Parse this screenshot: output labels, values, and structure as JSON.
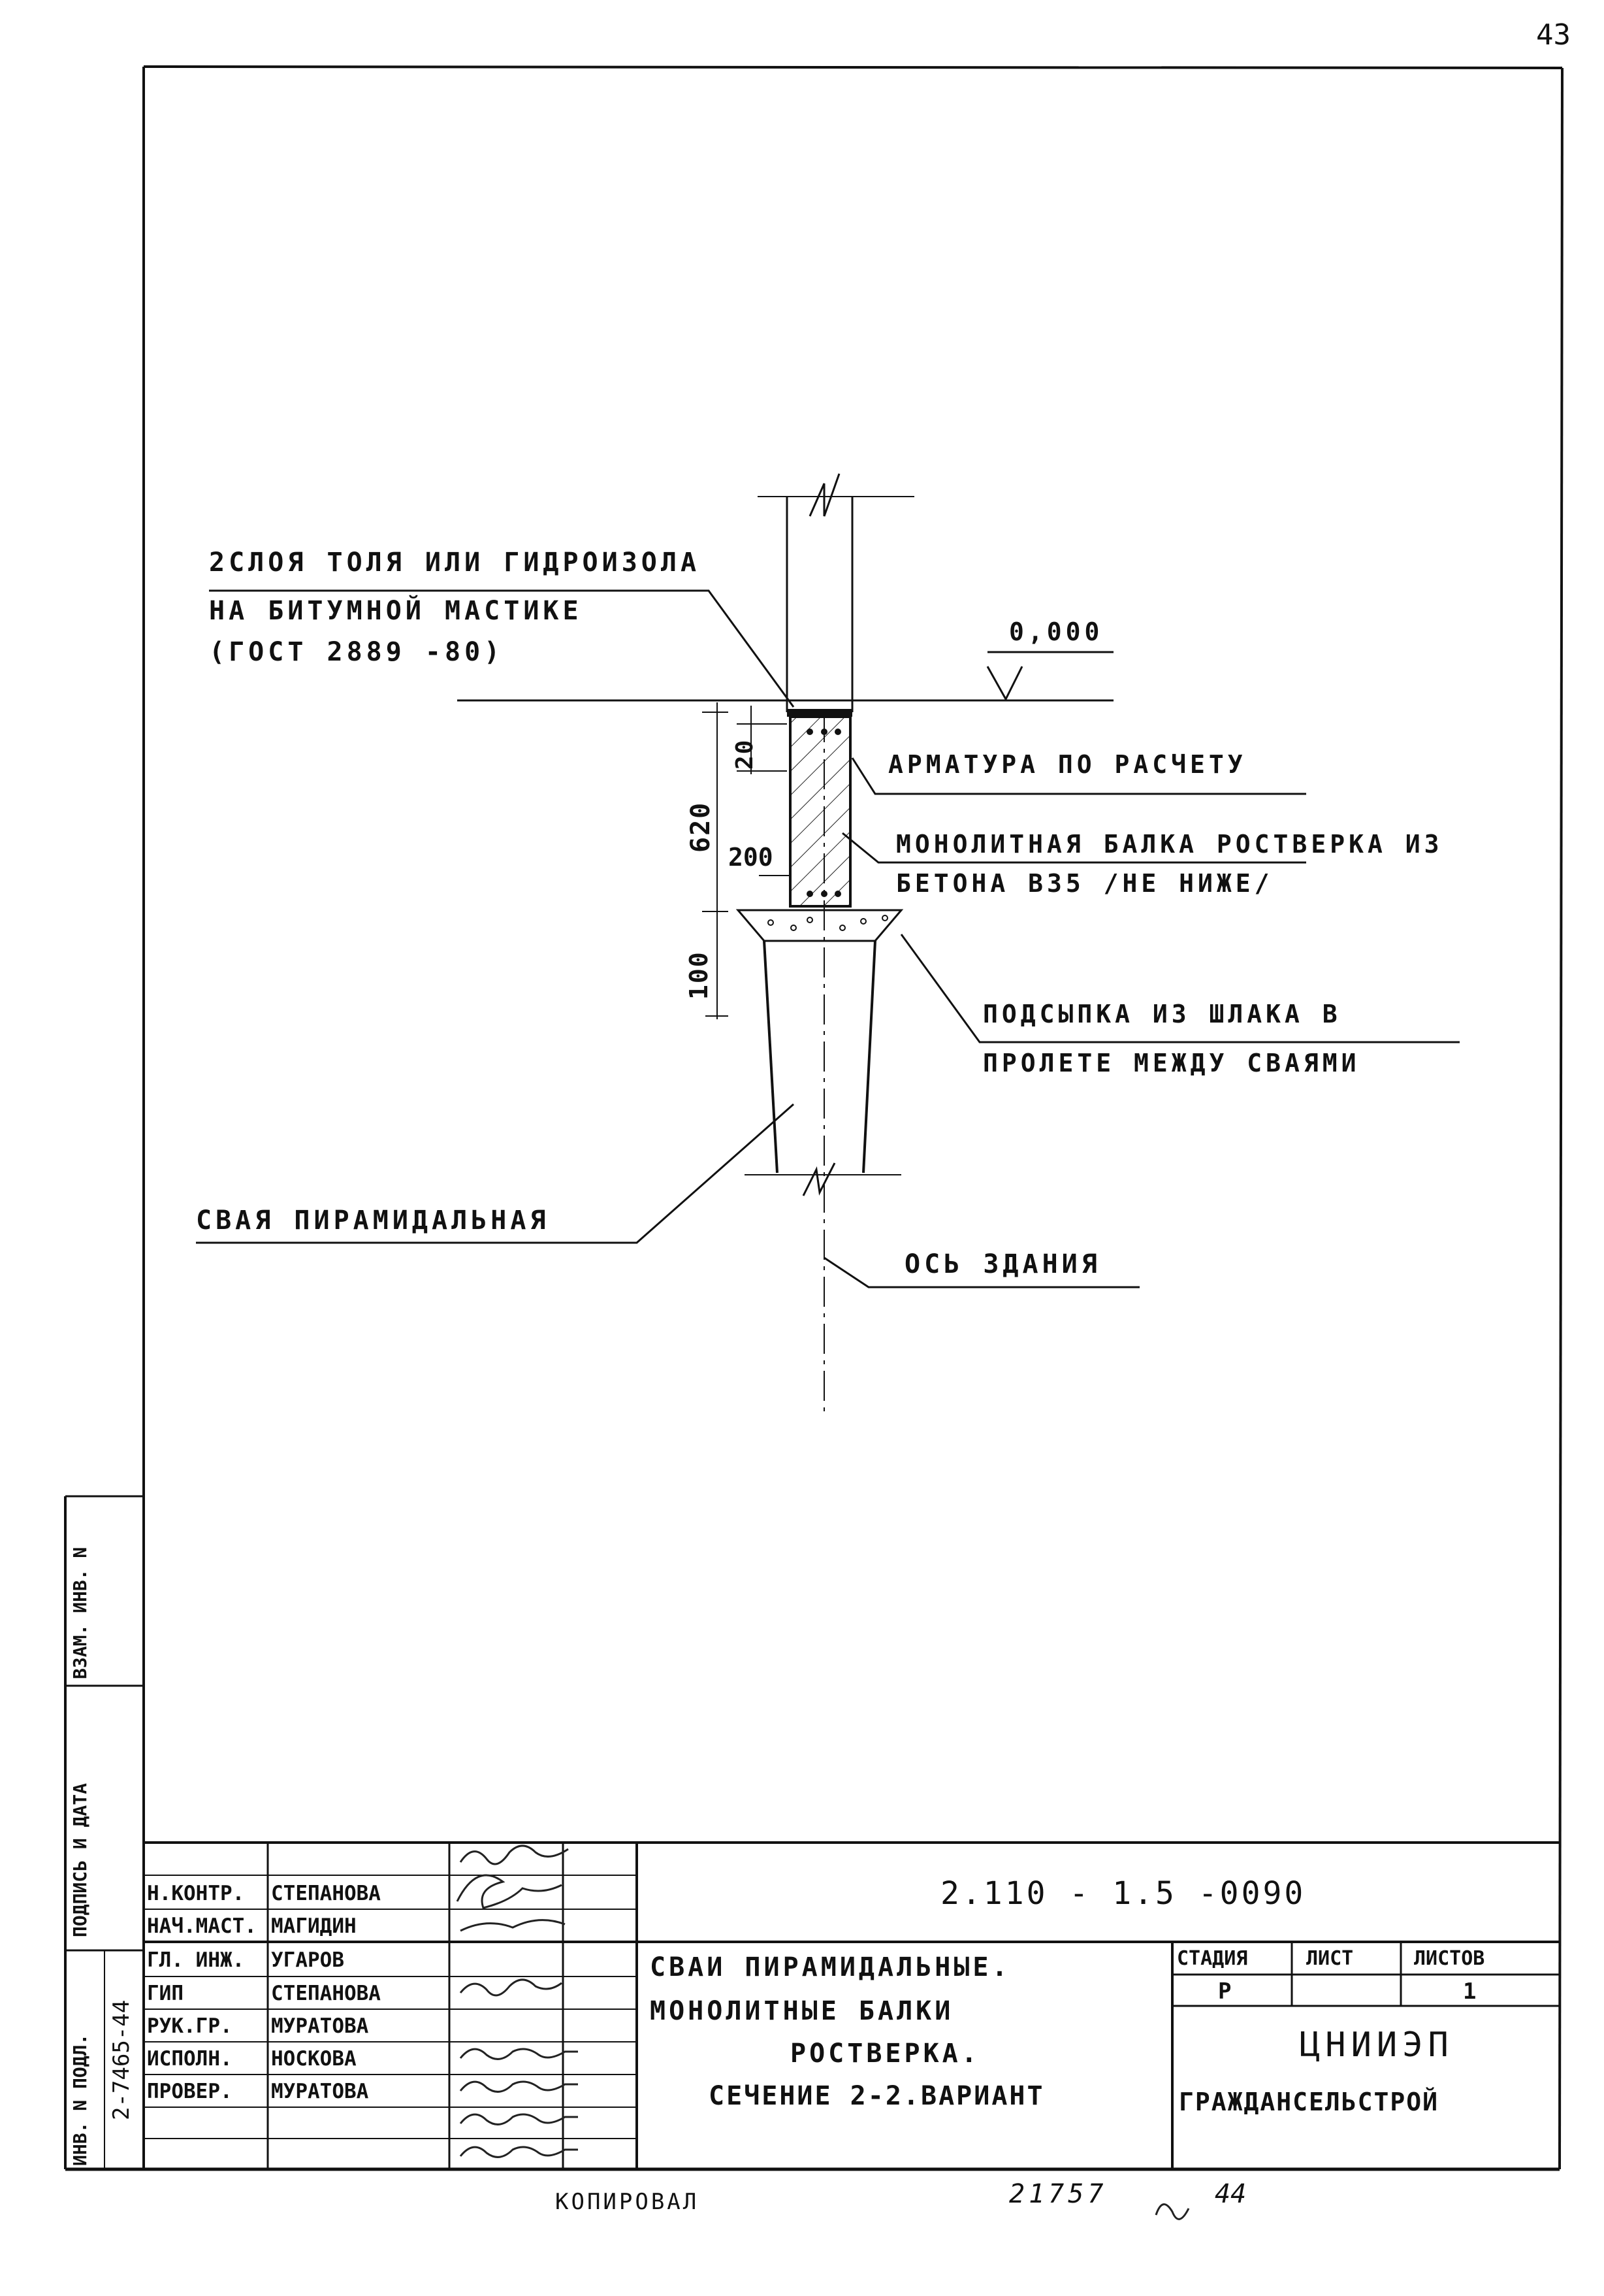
{
  "page_number": "43",
  "drawing": {
    "callout_waterproofing": {
      "line1": "2СЛОЯ ТОЛЯ ИЛИ ГИДРОИЗОЛА",
      "line2": "НА БИТУМНОЙ МАСТИКЕ",
      "line3": "(ГОСТ 2889 -80)"
    },
    "level_mark": "0,000",
    "callout_reinforcement": "АРМАТУРА ПО РАСЧЕТУ",
    "callout_beam": {
      "line1": "МОНОЛИТНАЯ БАЛКА РОСТВЕРКА ИЗ",
      "line2": "БЕТОНА В35 /НЕ НИЖЕ/"
    },
    "callout_fill": {
      "line1": "ПОДСЫПКА ИЗ ШЛАКА В",
      "line2": "ПРОЛЕТЕ МЕЖДУ СВАЯМИ"
    },
    "callout_pile": "СВАЯ ПИРАМИДАЛЬНАЯ",
    "callout_axis": "ОСЬ ЗДАНИЯ",
    "dim_620": "620",
    "dim_20": "20",
    "dim_200": "200",
    "dim_100": "100"
  },
  "side_stamp": {
    "inv_podl": "ИНВ. N ПОДЛ.",
    "inv_podl_value": "2-7465-44",
    "podpis": "ПОДПИСЬ И ДАТА",
    "vzam": "ВЗАМ. ИНВ. N"
  },
  "title_block": {
    "doc_code": "2.110 - 1.5 -0090",
    "roles": [
      {
        "role": "Н.КОНТР.",
        "name": "СТЕПАНОВА"
      },
      {
        "role": "НАЧ.МАСТ.",
        "name": "МАГИДИН"
      },
      {
        "role": "ГЛ. ИНЖ.",
        "name": "УГАРОВ"
      },
      {
        "role": "ГИП",
        "name": "СТЕПАНОВА"
      },
      {
        "role": "РУК.ГР.",
        "name": "МУРАТОВА"
      },
      {
        "role": "ИСПОЛН.",
        "name": "НОСКОВА"
      },
      {
        "role": "ПРОВЕР.",
        "name": "МУРАТОВА"
      }
    ],
    "title_line1": "СВАИ ПИРАМИДАЛЬНЫЕ.",
    "title_line2": "МОНОЛИТНЫЕ БАЛКИ",
    "title_line3": "РОСТВЕРКА.",
    "title_line4": "СЕЧЕНИЕ 2-2.ВАРИАНТ",
    "stage_header": "СТАДИЯ",
    "sheet_header": "ЛИСТ",
    "sheets_header": "ЛИСТОВ",
    "stage_value": "Р",
    "sheet_value": "",
    "sheets_value": "1",
    "org_line1": "ЦНИИЭП",
    "org_line2": "ГРАЖДАНСЕЛЬСТРОЙ"
  },
  "footer": {
    "copied": "КОПИРОВАЛ",
    "number": "21757",
    "format": "44"
  }
}
